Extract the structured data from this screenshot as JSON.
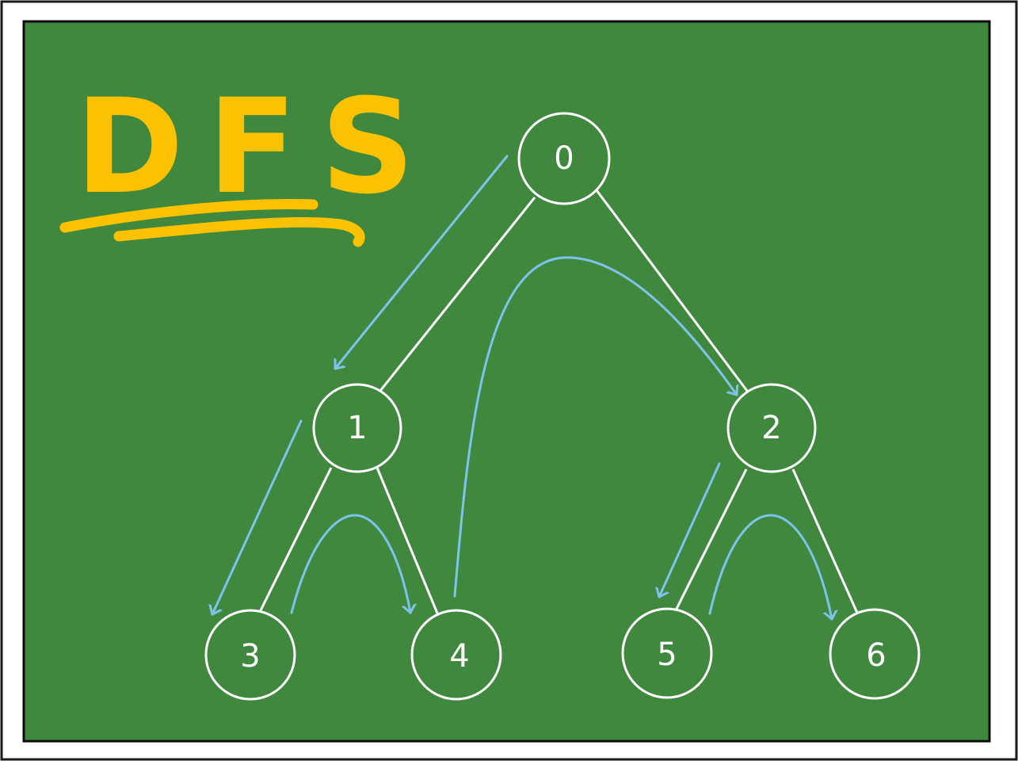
{
  "title": "DFS",
  "colors": {
    "board": "#41883f",
    "board_border": "#0d0d0d",
    "frame": "#ffffff",
    "title": "#fcc200",
    "edge": "#ffffff",
    "traversal_arrow": "#7ec3ea"
  },
  "nodes": [
    {
      "id": "n0",
      "label": "0"
    },
    {
      "id": "n1",
      "label": "1"
    },
    {
      "id": "n2",
      "label": "2"
    },
    {
      "id": "n3",
      "label": "3"
    },
    {
      "id": "n4",
      "label": "4"
    },
    {
      "id": "n5",
      "label": "5"
    },
    {
      "id": "n6",
      "label": "6"
    }
  ],
  "edges": [
    {
      "from": "0",
      "to": "1"
    },
    {
      "from": "0",
      "to": "2"
    },
    {
      "from": "1",
      "to": "3"
    },
    {
      "from": "1",
      "to": "4"
    },
    {
      "from": "2",
      "to": "5"
    },
    {
      "from": "2",
      "to": "6"
    }
  ],
  "traversal_order": [
    "0",
    "1",
    "3",
    "4",
    "2",
    "5",
    "6"
  ]
}
